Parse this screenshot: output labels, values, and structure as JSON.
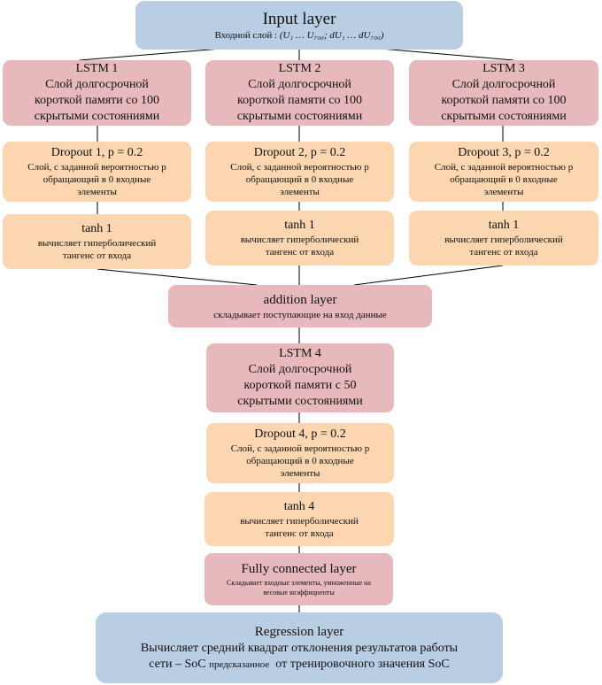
{
  "colors": {
    "input": "#b9cde3",
    "lstm": "#e8b9bc",
    "dropout": "#fbd6b1",
    "line": "#000000"
  },
  "input_layer": {
    "title": "Input layer",
    "subtitle": "Входной слой :",
    "formula": "(U₁ … U₇₀₀; dU₁ … dU₇₀₀)"
  },
  "branches": [
    {
      "lstm": {
        "title": "LSTM 1",
        "lines": [
          "Слой долгосрочной",
          "короткой памяти со 100",
          "скрытыми состояниями"
        ]
      },
      "dropout": {
        "title": "Dropout 1, p = 0.2",
        "lines": [
          "Слой, с заданной вероятностью p",
          "обращающий в 0 входные",
          "элементы"
        ]
      },
      "tanh": {
        "title": "tanh 1",
        "lines": [
          "вычисляет гиперболический",
          "тангенс от входа"
        ]
      }
    },
    {
      "lstm": {
        "title": "LSTM 2",
        "lines": [
          "Слой долгосрочной",
          "короткой памяти со 100",
          "скрытыми состояниями"
        ]
      },
      "dropout": {
        "title": "Dropout 2, p = 0.2",
        "lines": [
          "Слой, с заданной вероятностью p",
          "обращающий в 0 входные",
          "элементы"
        ]
      },
      "tanh": {
        "title": "tanh 1",
        "lines": [
          "вычисляет гиперболический",
          "тангенс от входа"
        ]
      }
    },
    {
      "lstm": {
        "title": "LSTM 3",
        "lines": [
          "Слой долгосрочной",
          "короткой памяти со 100",
          "скрытыми состояниями"
        ]
      },
      "dropout": {
        "title": "Dropout 3, p = 0.2",
        "lines": [
          "Слой, с заданной вероятностью p",
          "обращающий в 0 входные",
          "элементы"
        ]
      },
      "tanh": {
        "title": "tanh 1",
        "lines": [
          "вычисляет гиперболический",
          "тангенс от входа"
        ]
      }
    }
  ],
  "addition_layer": {
    "title": "addition layer",
    "subtitle": "складывает поступающие на вход данные"
  },
  "lstm4": {
    "title": "LSTM 4",
    "lines": [
      "Слой долгосрочной",
      "короткой памяти с 50",
      "скрытыми состояниями"
    ]
  },
  "dropout4": {
    "title": "Dropout 4, p = 0.2",
    "lines": [
      "Слой, с заданной вероятностью p",
      "обращающий в 0 входные",
      "элементы"
    ]
  },
  "tanh4": {
    "title": "tanh 4",
    "lines": [
      "вычисляет гиперболический",
      "тангенс от входа"
    ]
  },
  "fully_connected": {
    "title": "Fully connected layer",
    "lines": [
      "Складывает входные элементы, умноженные на",
      "весовые коэффициенты"
    ]
  },
  "regression_layer": {
    "title": "Regression layer",
    "line1": "Вычисляет средний квадрат отклонения результатов работы",
    "line2_a": "сети – SoC ",
    "line2_b": "предсказанное",
    "line2_c": "  от тренировочного значения SoC"
  }
}
